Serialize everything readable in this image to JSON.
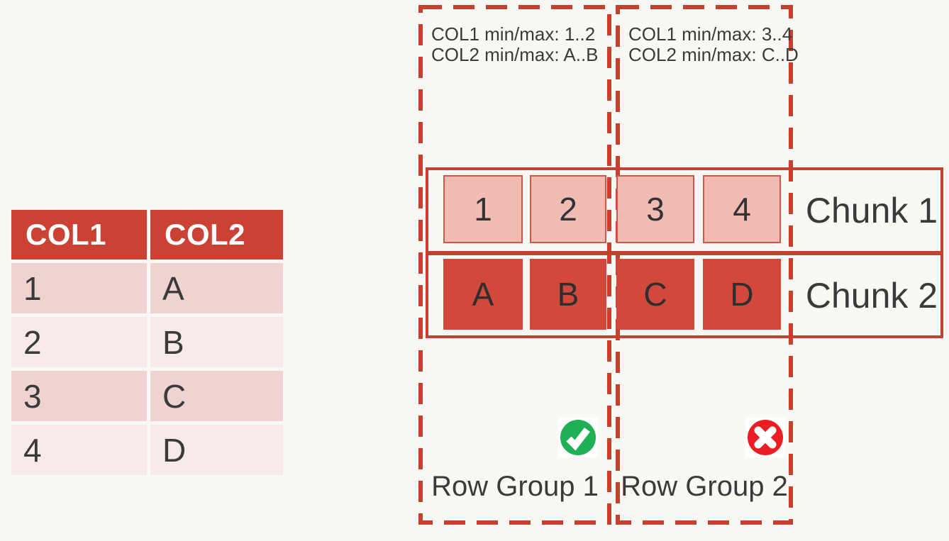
{
  "colors": {
    "background": "#FAF8F5",
    "red_accent": "#C5402E",
    "red_cell_fill": "#D2493B",
    "pink_cell_fill": "#F2BCB4",
    "table_header_bg": "#CB4234",
    "table_row_odd": "#EED3D0",
    "table_row_even": "#F8EAE8",
    "check_green": "#1FAF54",
    "cross_red": "#EC1E24",
    "text_dark": "#3A3A3A"
  },
  "table": {
    "headers": [
      "COL1",
      "COL2"
    ],
    "rows": [
      [
        "1",
        "A"
      ],
      [
        "2",
        "B"
      ],
      [
        "3",
        "C"
      ],
      [
        "4",
        "D"
      ]
    ]
  },
  "row_groups": [
    {
      "label": "Row Group 1",
      "stats": [
        "COL1 min/max: 1..2",
        "COL2 min/max: A..B"
      ],
      "status_icon": "check-circle"
    },
    {
      "label": "Row Group 2",
      "stats": [
        "COL1 min/max: 3..4",
        "COL2 min/max: C..D"
      ],
      "status_icon": "x-circle"
    }
  ],
  "chunks": [
    {
      "label": "Chunk 1",
      "cells": [
        "1",
        "2",
        "3",
        "4"
      ]
    },
    {
      "label": "Chunk 2",
      "cells": [
        "A",
        "B",
        "C",
        "D"
      ]
    }
  ]
}
